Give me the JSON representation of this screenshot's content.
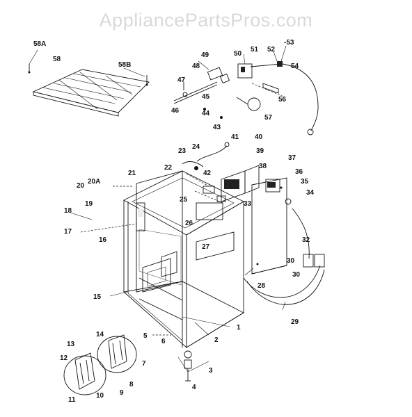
{
  "watermark": "AppliancePartsPros.com",
  "callouts": {
    "c58A": "58A",
    "c58": "58",
    "c58B": "58B",
    "c49": "49",
    "c48": "48",
    "c47": "47",
    "c46": "46",
    "c45": "45",
    "c44": "44",
    "c43": "43",
    "c50": "50",
    "c51": "51",
    "c52": "52",
    "c53": "-53",
    "c54": "54",
    "c56": "56",
    "c57": "57",
    "c23": "23",
    "c24": "24",
    "c22": "22",
    "c21": "21",
    "c20": "20",
    "c20A": "20A",
    "c41": "41",
    "c40": "40",
    "c39": "39",
    "c38": "38",
    "c37": "37",
    "c36": "36",
    "c35": "35",
    "c34": "34",
    "c42": "42",
    "c33": "33",
    "c25": "25",
    "c26": "26",
    "c27": "27",
    "c18": "18",
    "c19": "19",
    "c17": "17",
    "c16": "16",
    "c15": "15",
    "c32": "32",
    "c30a": "30",
    "c30b": "30",
    "c28": "28",
    "c29": "29",
    "c14": "14",
    "c13": "13",
    "c12": "12",
    "c11": "11",
    "c10": "10",
    "c9": "9",
    "c8": "8",
    "c7": "7",
    "c6": "6",
    "c5": "5",
    "c2": "2",
    "c1": "1",
    "c3": "3",
    "c4": "4"
  }
}
